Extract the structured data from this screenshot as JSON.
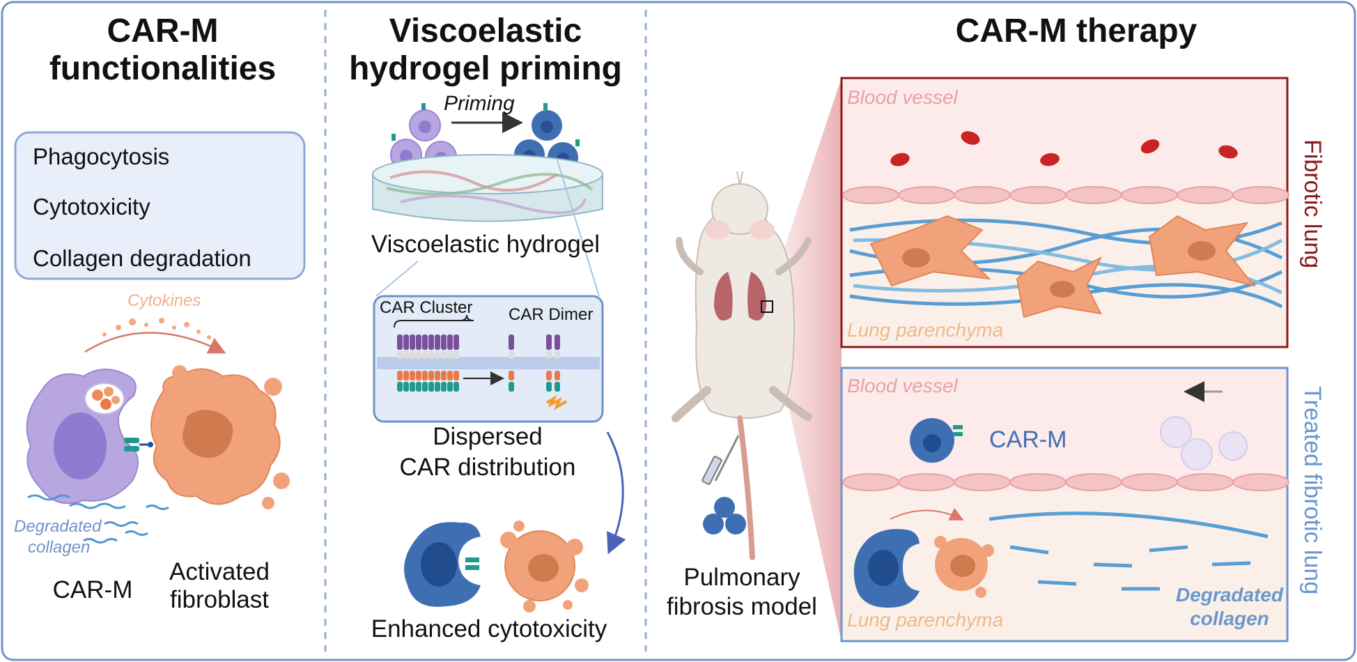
{
  "panels": {
    "functionalities": {
      "title_line1": "CAR-M",
      "title_line2": "functionalities",
      "items": [
        "Phagocytosis",
        "Cytotoxicity",
        "Collagen degradation"
      ],
      "cytokines": "Cytokines",
      "degraded_line1": "Degradated",
      "degraded_line2": "collagen",
      "carm": "CAR-M",
      "fibroblast_line1": "Activated",
      "fibroblast_line2": "fibroblast"
    },
    "priming": {
      "title_line1": "Viscoelastic",
      "title_line2": "hydrogel priming",
      "priming_arrow": "Priming",
      "hydrogel": "Viscoelastic hydrogel",
      "car_cluster": "CAR Cluster",
      "car_dimer": "CAR Dimer",
      "dispersed_line1": "Dispersed",
      "dispersed_line2": "CAR distribution",
      "enhanced": "Enhanced cytotoxicity"
    },
    "therapy": {
      "title": "CAR-M therapy",
      "model_line1": "Pulmonary",
      "model_line2": "fibrosis model",
      "fibrotic": {
        "blood_vessel": "Blood vessel",
        "parenchyma": "Lung parenchyma",
        "side_label": "Fibrotic lung"
      },
      "treated": {
        "blood_vessel": "Blood vessel",
        "carm": "CAR-M",
        "parenchyma": "Lung parenchyma",
        "degraded_line1": "Degradated",
        "degraded_line2": "collagen",
        "side_label": "Treated fibrotic lung"
      }
    }
  },
  "colors": {
    "frame": "#6e93c7",
    "macrophage_purple": "#b7a6e0",
    "macrophage_blue": "#3f6fb3",
    "fibroblast_orange": "#f2a27a",
    "collagen_blue": "#3c8fd0",
    "fibrotic_label": "#8b1a1a",
    "treated_label": "#6a97cc",
    "blood_vessel_text": "#e8a0a8",
    "parenchyma_text": "#f0b888"
  }
}
